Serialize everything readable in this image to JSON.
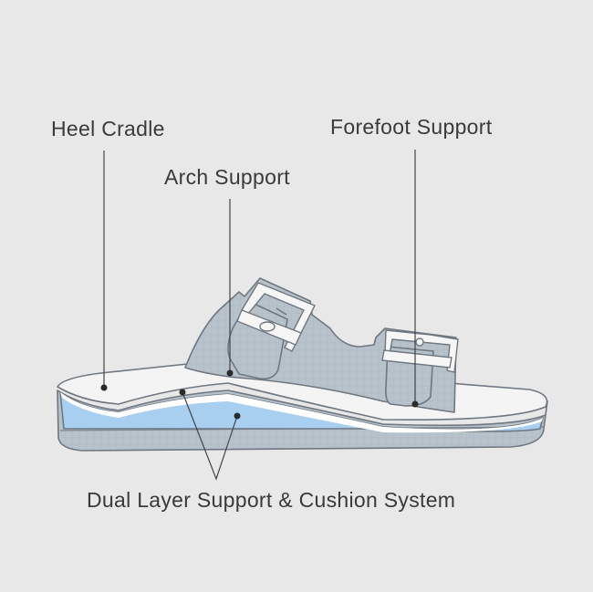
{
  "labels": {
    "heel_cradle": "Heel Cradle",
    "arch_support": "Arch Support",
    "forefoot_support": "Forefoot Support",
    "dual_layer": "Dual Layer Support & Cushion System"
  },
  "colors": {
    "background": "#e8e8e8",
    "strap": "#b8c2cb",
    "cushion": "#a9cff0",
    "footbed": "#f4f4f4",
    "outsole": "#b9c1c8"
  }
}
